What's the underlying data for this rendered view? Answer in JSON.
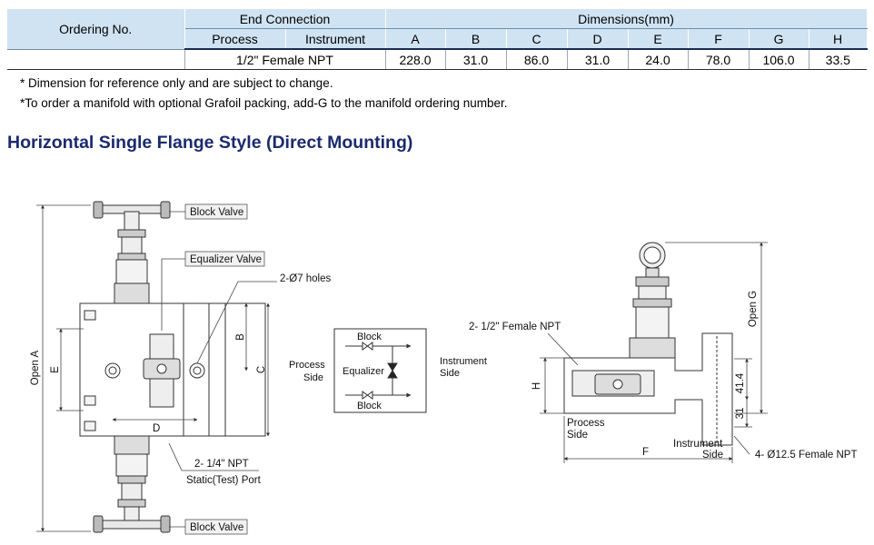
{
  "table": {
    "ordering_no": "Ordering No.",
    "end_connection": "End Connection",
    "dimensions": "Dimensions(mm)",
    "process": "Process",
    "instrument": "Instrument",
    "dim_cols": [
      "A",
      "B",
      "C",
      "D",
      "E",
      "F",
      "G",
      "H"
    ],
    "row": {
      "connection": "1/2\" Female NPT",
      "values": [
        "228.0",
        "31.0",
        "86.0",
        "31.0",
        "24.0",
        "78.0",
        "106.0",
        "33.5"
      ]
    }
  },
  "notes": [
    "* Dimension for reference only and are subject to change.",
    "*To order a manifold with optional Grafoil packing, add-G to the manifold ordering number."
  ],
  "section_title": "Horizontal Single Flange Style (Direct Mounting)",
  "drawing": {
    "block_valve_top": "Block Valve",
    "equalizer_valve": "Equalizer Valve",
    "holes": "2-Ø7 holes",
    "open_a": "Open A",
    "dim_e": "E",
    "dim_b": "B",
    "dim_c": "C",
    "dim_d": "D",
    "npt_quarter": "2- 1/4\" NPT",
    "static_port": "Static(Test) Port",
    "block_valve_bottom": "Block Valve",
    "schematic": {
      "block_top": "Block",
      "equalizer": "Equalizer",
      "block_bottom": "Block",
      "process_side_1": "Process",
      "process_side_2": "Side",
      "instrument_side_1": "Instrument",
      "instrument_side_2": "Side"
    },
    "npt_half": "2- 1/2\" Female NPT",
    "open_g": "Open G",
    "dim_h": "H",
    "dim_41": "41.4",
    "dim_31": "31",
    "process_side_1": "Process",
    "process_side_2": "Side",
    "instrument_side_1": "Instrument",
    "instrument_side_2": "Side",
    "dim_f": "F",
    "flange_npt": "4- Ø12.5 Female NPT"
  }
}
